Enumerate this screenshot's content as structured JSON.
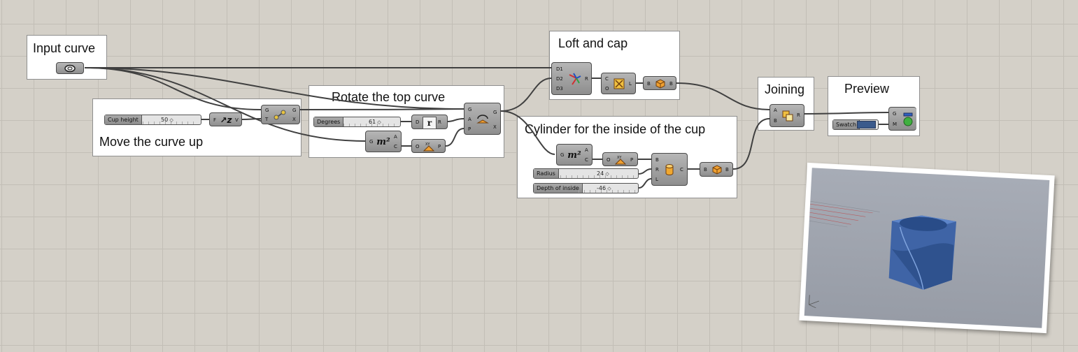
{
  "groups": {
    "input_curve": "Input curve",
    "move_up": "Move the curve up",
    "rotate": "Rotate the top curve",
    "loft": "Loft and cap",
    "cylinder": "Cylinder for the inside of the cup",
    "joining": "Joining",
    "preview": "Preview"
  },
  "sliders": {
    "cup_height": {
      "label": "Cup height",
      "value": "50"
    },
    "degrees": {
      "label": "Degrees",
      "value": "61"
    },
    "radius": {
      "label": "Radius",
      "value": "24"
    },
    "depth": {
      "label": "Depth of inside",
      "value": "-46"
    }
  },
  "swatch": {
    "label": "Swatch",
    "color": "#3a5a8c"
  },
  "pins": {
    "unit_z": {
      "in": [
        "F"
      ],
      "out": [
        "V"
      ]
    },
    "move": {
      "in": [
        "G",
        "T"
      ],
      "out": [
        "G",
        "X"
      ]
    },
    "radians": {
      "in": [
        "D"
      ],
      "out": [
        "R"
      ]
    },
    "area_a": {
      "in": [
        "G"
      ],
      "out": [
        "A",
        "C"
      ]
    },
    "plane_a": {
      "in": [
        "O"
      ],
      "out": [
        "P"
      ]
    },
    "rotate": {
      "in": [
        "G",
        "A",
        "P"
      ],
      "out": [
        "G",
        "X"
      ]
    },
    "loft": {
      "in": [
        "D1",
        "D2",
        "D3"
      ],
      "out": [
        "R"
      ]
    },
    "loft_opts": {
      "in": [
        "C",
        "O"
      ],
      "out": [
        "L"
      ]
    },
    "cap": {
      "in": [
        "B"
      ],
      "out": [
        "B"
      ]
    },
    "area_b": {
      "in": [
        "G"
      ],
      "out": [
        "A",
        "C"
      ]
    },
    "plane_b": {
      "in": [
        "O"
      ],
      "out": [
        "P"
      ]
    },
    "cylinder": {
      "in": [
        "B",
        "R",
        "L"
      ],
      "out": [
        "C"
      ]
    },
    "flip": {
      "in": [
        "B"
      ],
      "out": [
        "B"
      ]
    },
    "diff": {
      "in": [
        "A",
        "B"
      ],
      "out": [
        "R"
      ]
    },
    "custom_preview": {
      "in": [
        "G",
        "M"
      ],
      "out": []
    }
  },
  "icons": {
    "curve_param": "curve-param-icon",
    "unit_z": "unit-z-icon",
    "move": "move-icon",
    "radians": "radians-icon",
    "area": "area-icon",
    "plane": "xy-plane-icon",
    "rotate": "rotate-icon",
    "loft": "loft-icon",
    "loft_options": "loft-options-icon",
    "cap": "cap-holes-icon",
    "cylinder": "cylinder-icon",
    "flip": "cap-holes-icon",
    "difference": "solid-difference-icon",
    "preview": "custom-preview-icon"
  },
  "colors": {
    "canvas": "#d4d0c8",
    "wire": "#404040",
    "solid": "#3f64a6"
  }
}
